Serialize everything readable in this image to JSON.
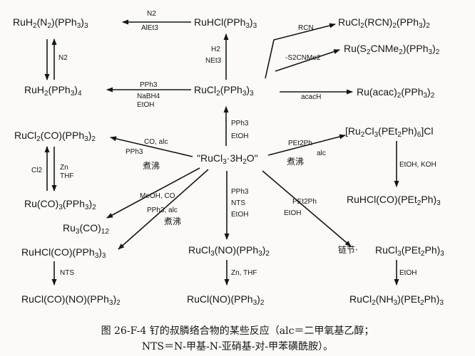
{
  "nodes": {
    "ruh2n2": "RuH2(N2)(PPh3)3",
    "ruhcl": "RuHCl(PPh3)3",
    "rucl2rcn": "RuCl2(RCN)2(PPh3)2",
    "rus2cnme2": "Ru(S2CNMe2)(PPh3)2",
    "ruh2pph34": "RuH2(PPh3)4",
    "rucl2pph33": "RuCl2(PPh3)3",
    "ruacac": "Ru(acac)2(PPh3)2",
    "rucl2co": "RuCl2(CO)(PPh3)2",
    "rucl3": "\"RuCl3·3H2O\"",
    "ru2cl3": "[Ru2Cl3(PEt2Ph)6]Cl",
    "ruco3": "Ru(CO)3(PPh3)2",
    "ruhclco_pet": "RuHCl(CO)(PEt2Ph)3",
    "ru3co12": "Ru3(CO)12",
    "ruhclco": "RuHCl(CO)(PPh3)3",
    "rucl3no": "RuCl3(NO)(PPh3)2",
    "rucl3pet": "RuCl3(PEt2Ph)3",
    "ruclcono": "RuCl(CO)(NO)(PPh3)2",
    "ruclno": "RuCl(NO)(PPh3)2",
    "rucl2nh3": "RuCl2(NH3)(PEt2Ph)3"
  },
  "labels": {
    "n2_top": "N2",
    "alet3": "AlEt3",
    "n2_side": "N2",
    "h2": "H2",
    "net3": "NEt3",
    "rcn": "RCN",
    "s2cnme2": "-S2CNMe2",
    "pph3_a": "PPh3",
    "nabh4": "NaBH4",
    "etoh_a": "EtOH",
    "acach": "acacH",
    "pph3_b": "PPh3",
    "etoh_b": "EtOH",
    "co_alc": "CO, alc",
    "pph3_c": "PPh3",
    "boil_a": "煮沸",
    "pet2ph_a": "PEt2Ph",
    "alc_a": "alc",
    "boil_b": "煮沸",
    "cl2": "Cl2",
    "zn": "Zn",
    "thf_a": "THF",
    "etoh_koh": "EtOH, KOH",
    "meoh_co": "MeOH, CO",
    "pph3_alc": "PPh3, alc",
    "boil_c": "煮沸",
    "pph3_d": "PPh3",
    "nts_a": "NTS",
    "etoh_d": "EtOH",
    "pet2ph_b": "PEt2Ph",
    "etoh_e": "EtOH",
    "reflux": "链节·",
    "nts_b": "NTS",
    "zn_thf": "Zn, THF",
    "etoh_f": "EtOH"
  },
  "caption": {
    "line1": "图 26-F-4  钌的叔膦络合物的某些反应（alc＝二甲氧基乙醇；",
    "line2": "NTS＝N-甲基-N-亚硝基-对-甲苯磺酰胺）。"
  }
}
